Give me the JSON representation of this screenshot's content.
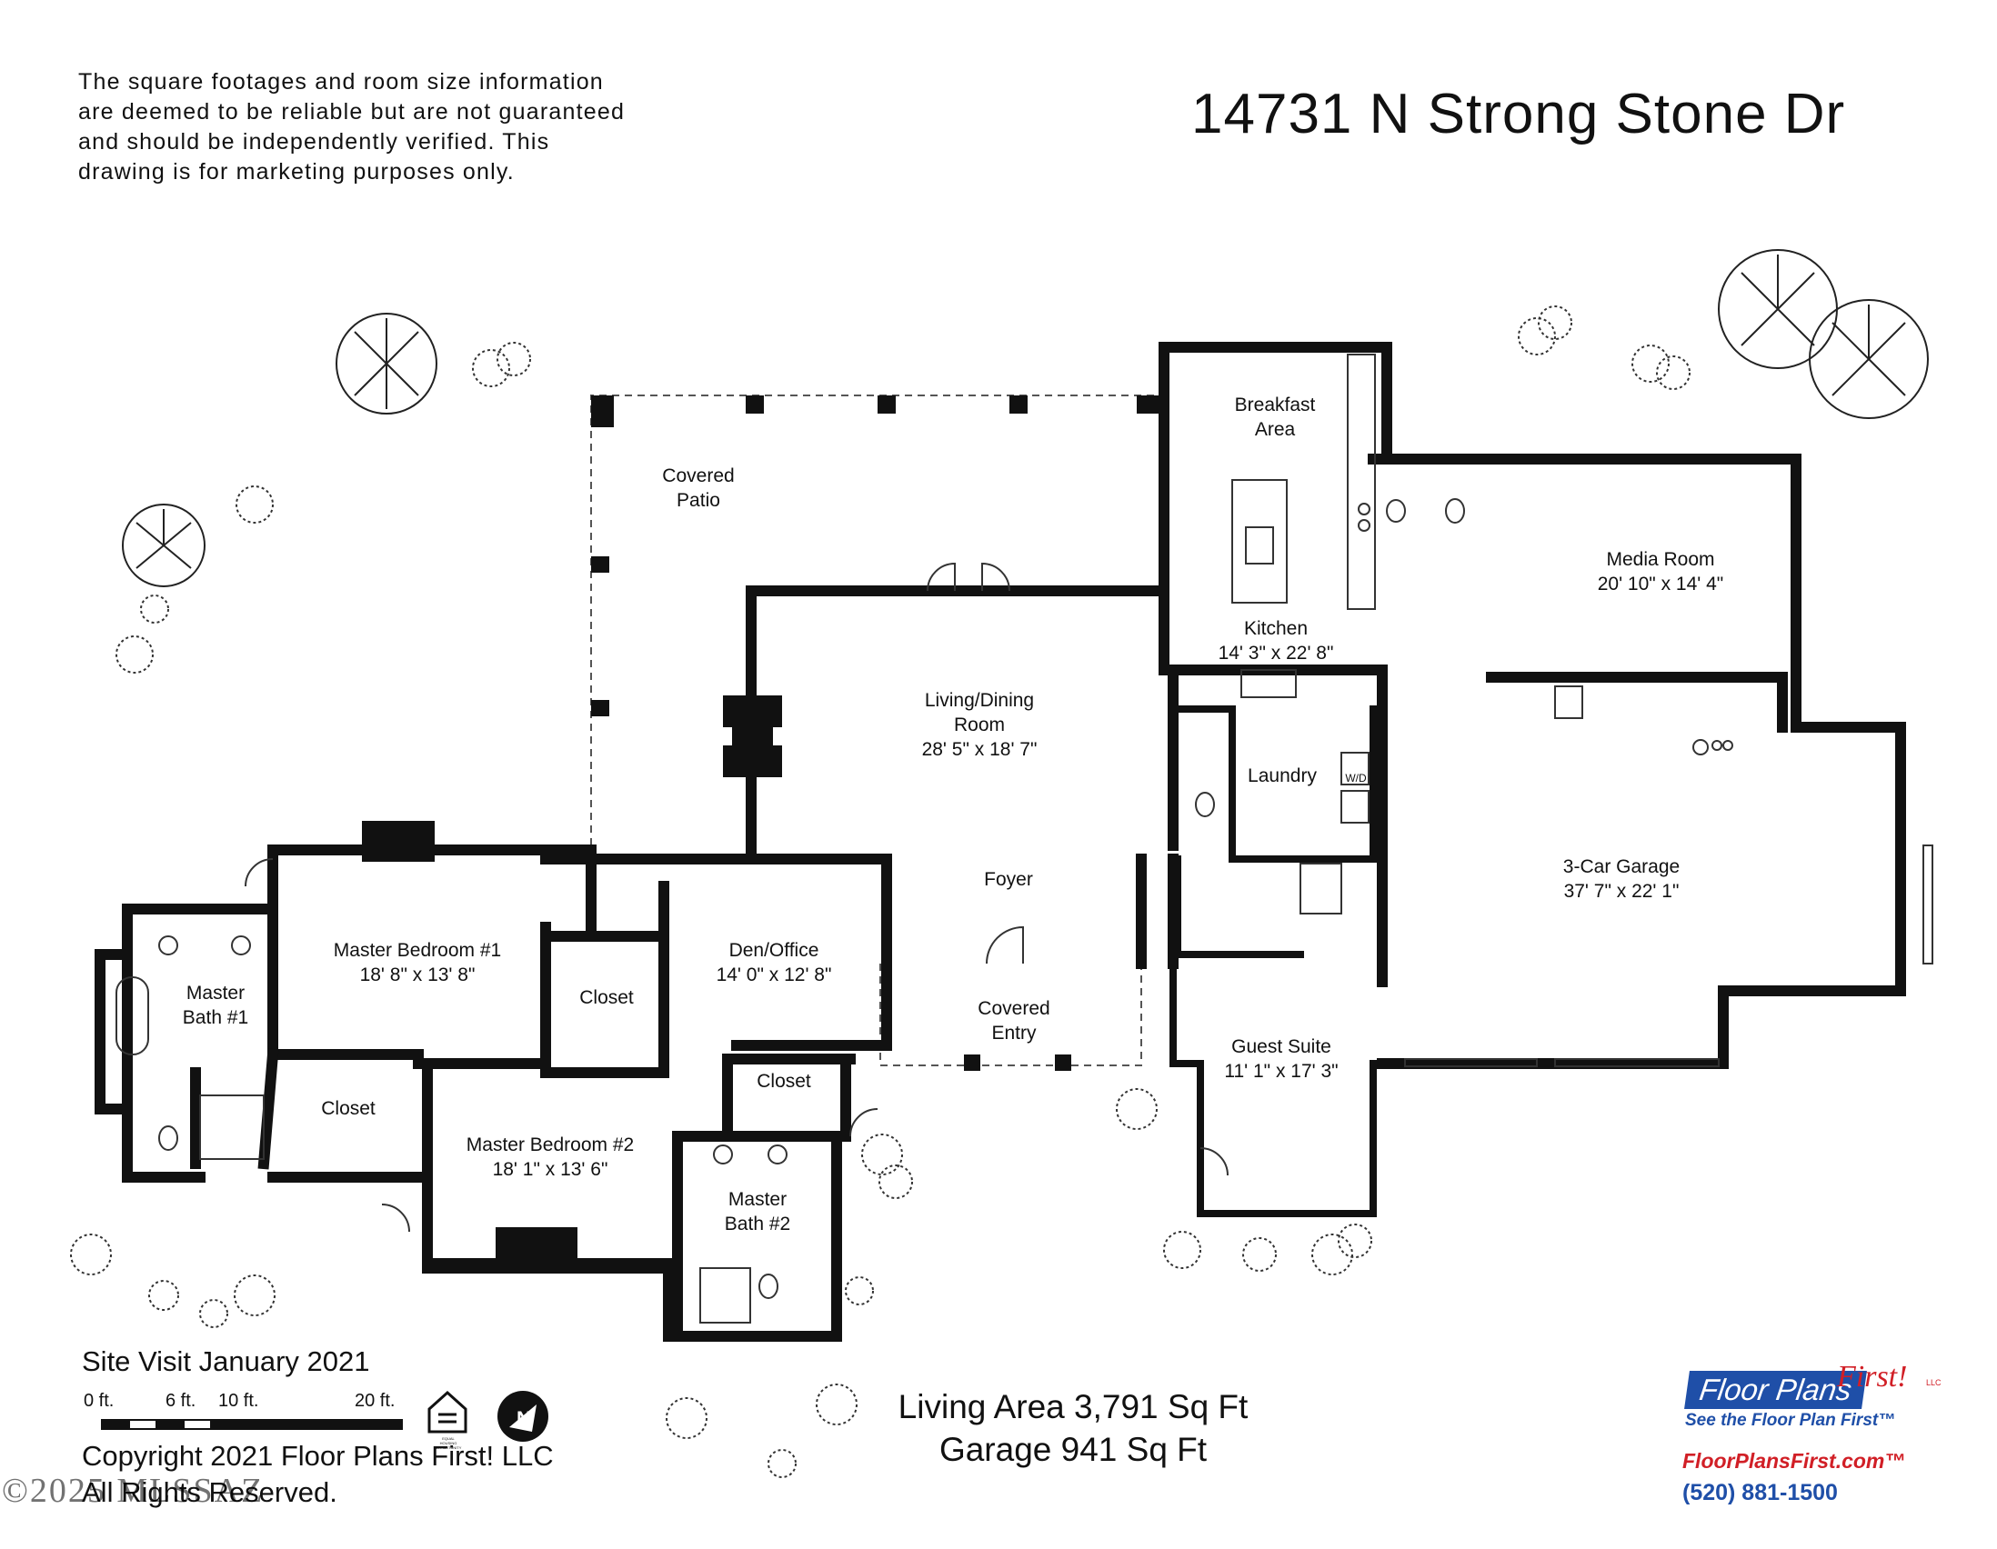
{
  "disclaimer": "The square footages and room size information\nare deemed to be reliable but are not guaranteed\nand should be independently verified. This\ndrawing is for marketing purposes only.",
  "address": "14731 N Strong Stone Dr",
  "rooms": {
    "covered_patio": "Covered\nPatio",
    "breakfast_area": "Breakfast\nArea",
    "kitchen": "Kitchen\n14' 3\" x 22' 8\"",
    "media_room": "Media Room\n20' 10\" x 14' 4\"",
    "living_dining": "Living/Dining\nRoom\n28' 5\" x 18' 7\"",
    "laundry": "Laundry",
    "washer_dryer": "W/D",
    "garage": "3-Car Garage\n37' 7\" x 22' 1\"",
    "foyer": "Foyer",
    "master_bedroom_1": "Master Bedroom #1\n18' 8\" x 13' 8\"",
    "master_bath_1": "Master\nBath #1",
    "closet_a": "Closet",
    "den_office": "Den/Office\n14' 0\" x 12' 8\"",
    "covered_entry": "Covered\nEntry",
    "guest_suite": "Guest Suite\n11' 1\" x 17' 3\"",
    "closet_b": "Closet",
    "closet_c": "Closet",
    "master_bedroom_2": "Master Bedroom #2\n18' 1\" x 13' 6\"",
    "master_bath_2": "Master\nBath #2"
  },
  "site_visit": "Site Visit January 2021",
  "scale": {
    "zero": "0 ft.",
    "six": "6 ft.",
    "ten": "10 ft.",
    "twenty": "20 ft."
  },
  "equal_housing": "EQUAL HOUSING OPPORTUNITY",
  "copyright": "Copyright 2021 Floor Plans First! LLC\nAll Rights Reserved.",
  "watermark": "©2025 MLSSAZ",
  "areas": "Living Area 3,791 Sq Ft\nGarage 941 Sq Ft",
  "brand": {
    "name": "Floor Plans",
    "name_accent": "First!",
    "llc": "LLC",
    "tagline": "See the Floor Plan First™",
    "website": "FloorPlansFirst.com™",
    "phone": "(520) 881-1500"
  },
  "colors": {
    "wall": "#111111",
    "brand_blue": "#1f4fa8",
    "brand_red": "#d11f26"
  }
}
